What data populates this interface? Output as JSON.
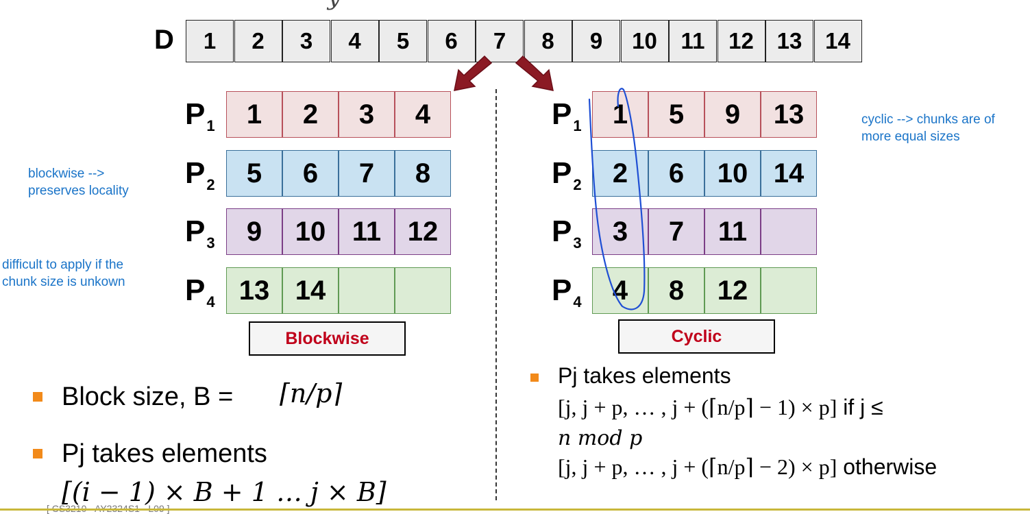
{
  "array_d": {
    "label": "D",
    "cells": [
      "1",
      "2",
      "3",
      "4",
      "5",
      "6",
      "7",
      "8",
      "9",
      "10",
      "11",
      "12",
      "13",
      "14"
    ]
  },
  "blockwise": {
    "processors": [
      {
        "name": "P",
        "sub": "1",
        "cells": [
          "1",
          "2",
          "3",
          "4"
        ]
      },
      {
        "name": "P",
        "sub": "2",
        "cells": [
          "5",
          "6",
          "7",
          "8"
        ]
      },
      {
        "name": "P",
        "sub": "3",
        "cells": [
          "9",
          "10",
          "11",
          "12"
        ]
      },
      {
        "name": "P",
        "sub": "4",
        "cells": [
          "13",
          "14",
          "",
          ""
        ]
      }
    ],
    "button_label": "Blockwise"
  },
  "cyclic": {
    "processors": [
      {
        "name": "P",
        "sub": "1",
        "cells": [
          "1",
          "5",
          "9",
          "13"
        ]
      },
      {
        "name": "P",
        "sub": "2",
        "cells": [
          "2",
          "6",
          "10",
          "14"
        ]
      },
      {
        "name": "P",
        "sub": "3",
        "cells": [
          "3",
          "7",
          "11",
          ""
        ]
      },
      {
        "name": "P",
        "sub": "4",
        "cells": [
          "4",
          "8",
          "12",
          ""
        ]
      }
    ],
    "button_label": "Cyclic"
  },
  "notes": {
    "cyclic_note": "cyclic --> chunks are of more equal sizes",
    "blockwise_note": "blockwise --> preserves locality",
    "difficulty_note": "difficult to apply if the chunk size is unkown"
  },
  "left_bullets": {
    "block_size_text": "Block size, B =",
    "block_size_math": "⌈n/p⌉",
    "takes_text": "Pj takes elements",
    "takes_math": "[(i − 1) × B + 1 … j × B]"
  },
  "right_bullet": {
    "line1": "Pj takes elements",
    "line2_math": "[j, j + p, … , j + (⌈n/p⌉ − 1) × p]",
    "line2_suffix": "if j ≤",
    "line3_math": "n mod p",
    "line4_math": "[j, j + p, … , j + (⌈n/p⌉ − 2) × p]",
    "line4_suffix": "otherwise"
  },
  "footer": "[ CS3210 - AY2324S1 - L09 ]",
  "colors": {
    "arrow": "#8b1a24",
    "bullet": "#f28a1a",
    "note": "#1a74c8",
    "button_text": "#c0001a",
    "footer_line": "#c8b73a"
  }
}
